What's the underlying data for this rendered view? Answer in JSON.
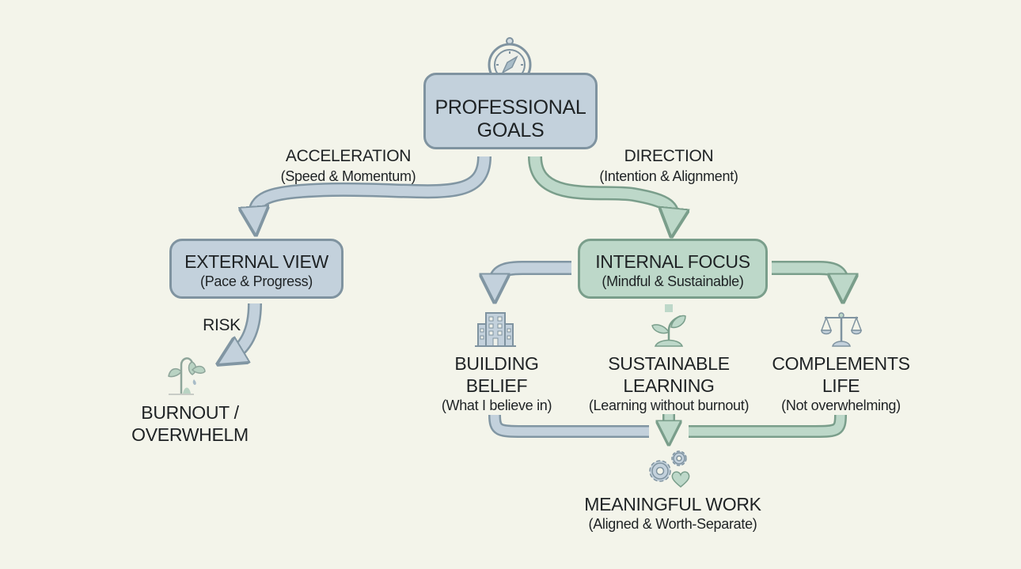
{
  "root": {
    "title_line1": "PROFESSIONAL",
    "title_line2": "GOALS",
    "icon": "compass-stopwatch-icon"
  },
  "branches": {
    "left": {
      "title": "ACCELERATION",
      "subtitle": "(Speed & Momentum)"
    },
    "right": {
      "title": "DIRECTION",
      "subtitle": "(Intention & Alignment)"
    }
  },
  "external": {
    "title": "EXTERNAL VIEW",
    "subtitle": "(Pace & Progress)"
  },
  "risk": {
    "label": "RISK"
  },
  "burnout": {
    "line1": "BURNOUT /",
    "line2": "OVERWHELM",
    "icon": "wilting-plant-icon"
  },
  "internal": {
    "title": "INTERNAL FOCUS",
    "subtitle": "(Mindful & Sustainable)"
  },
  "outcomes": [
    {
      "line1": "BUILDING",
      "line2": "BELIEF",
      "subtitle": "(What I believe in)",
      "icon": "building-icon"
    },
    {
      "line1": "SUSTAINABLE",
      "line2": "LEARNING",
      "subtitle": "(Learning without burnout)",
      "icon": "sprout-icon"
    },
    {
      "line1": "COMPLEMENTS",
      "line2": "LIFE",
      "subtitle": "(Not overwhelming)",
      "icon": "balance-scale-icon"
    }
  ],
  "result": {
    "title": "MEANINGFUL WORK",
    "subtitle": "(Aligned & Worth-Separate)",
    "icon": "gears-heart-icon"
  },
  "colors": {
    "background": "#f3f4ea",
    "blue_fill": "#c3d1dc",
    "green_fill": "#bdd8c9",
    "outline": "#7f93a0"
  }
}
